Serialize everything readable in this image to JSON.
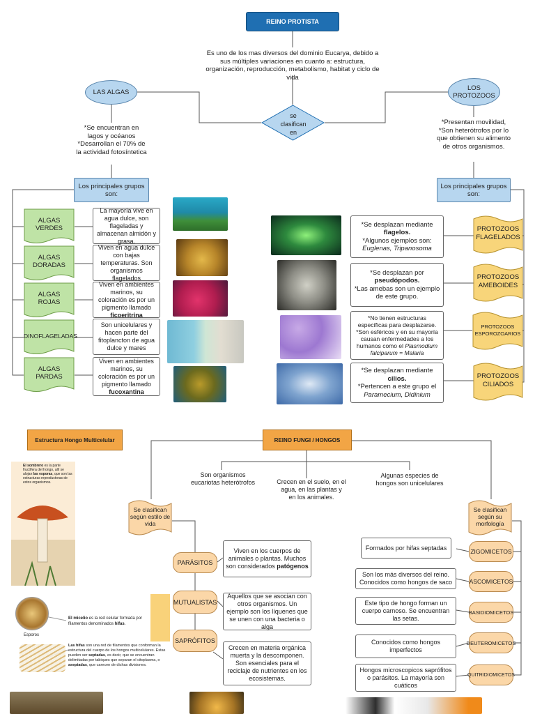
{
  "protista": {
    "title": "REINO PROTISTA",
    "intro": "Es uno de los mas diversos del dominio Eucarya, debido a sus múltiples variaciones en cuanto a: estructura, organización, reproducción, metabolismo, habitat y ciclo de vida",
    "clasifican": "se clasifican en",
    "algas": {
      "label": "LAS ALGAS",
      "desc": "*Se encuentran en lagos y océanos *Desarrollan el 70% de la actividad fotosíntetica",
      "grupos": "Los principales grupos son:",
      "items": [
        {
          "name": "ALGAS VERDES",
          "desc": "La mayoría vive en agua dulce, son flageladas y almacenan almidón y grasa."
        },
        {
          "name": "ALGAS DORADAS",
          "desc": "Viven en agua dulce con bajas temperaturas. Son organismos flagelados"
        },
        {
          "name": "ALGAS ROJAS",
          "desc_pre": "Viven en ambientes marinos, su coloración es por un pigmento llamado ",
          "desc_bold": "ficoeritrina"
        },
        {
          "name": "DINOFLAGELADAS",
          "desc": "Son unicelulares y hacen parte del fitoplancton de agua dulce y mares"
        },
        {
          "name": "ALGAS PARDAS",
          "desc_pre": "Viven en ambientes marinos, su coloración es por un pigmento llamado ",
          "desc_bold": "fucoxantina"
        }
      ]
    },
    "protozoos": {
      "label": "LOS PROTOZOOS",
      "desc": "*Presentan movilidad, *Son heterótrofos por lo que obtienen su alimento de otros organismos.",
      "grupos": "Los principales grupos son:",
      "items": [
        {
          "name": "PROTOZOOS FLAGELADOS",
          "d1": "*Se desplazan mediante ",
          "b1": "flagelos.",
          "d2": "*Algunos ejemplos son: ",
          "i1": "Euglenas, Tripanosoma"
        },
        {
          "name": "PROTOZOOS AMEBOIDES",
          "d1": "*Se desplazan por ",
          "b1": "pseudópodos.",
          "d2": "*Las amebas son un ejemplo de este grupo."
        },
        {
          "name": "PROTOZOOS ESPOROZOARIOS",
          "d1": "*No tienen estructuras específicas para desplazarse. *Son esféricos y en su mayoría causan enfermedades a los humanos como el ",
          "i1": "Plasmodium falciparum = Malaria"
        },
        {
          "name": "PROTOZOOS CILIADOS",
          "d1": "*Se desplazan mediante ",
          "b1": "cilios.",
          "d2": "*Pertencen a este grupo el ",
          "i1": "Paramecium, Didinium"
        }
      ]
    }
  },
  "fungi": {
    "title": "REINO FUNGI / HONGOS",
    "estructura_title": "Estructura Hongo Multicelular",
    "facts": [
      "Son organismos eucariotas heterótrofos",
      "Crecen en el suelo, en el agua, en las plantas y en los animales.",
      "Algunas especies de hongos son unicelulares"
    ],
    "estilo": "Se clasifican según estilo de vida",
    "morfologia": "Se clasifican según su morfología",
    "estilos": [
      {
        "name": "PARÁSITOS",
        "desc_pre": "Viven en los cuerpos de animales o plantas. Muchos son considerados ",
        "desc_bold": "patógenos"
      },
      {
        "name": "MUTUALISTAS",
        "desc": "Aquellos que se asocian con otros organismos. Un ejemplo son los líquenes que se unen con una bacteria o alga"
      },
      {
        "name": "SAPRÓFITOS",
        "desc": "Crecen en materia orgánica muerta y la descomponen. Son esenciales para el reciclaje de nutrientes en los ecosistemas."
      }
    ],
    "morfos": [
      {
        "name": "ZIGOMICETOS",
        "desc": "Formados por hifas septadas"
      },
      {
        "name": "ASCOMICETOS",
        "desc": "Son los más diversos del reino. Conocidos como hongos de saco"
      },
      {
        "name": "BASIDIOMICETOS",
        "desc": "Este tipo de hongo forman un cuerpo carnoso. Se encuentran las setas."
      },
      {
        "name": "DEUTEROMICETOS",
        "desc": "Conocidos como hongos imperfectos"
      },
      {
        "name": "QUITRIDIOMICETOS",
        "desc": "Hongos microscopicos saprófitos o parásitos. La mayoría son cuáticos"
      }
    ],
    "sombrero": {
      "b": "El sombrero",
      "t1": " es la parte fructífera del hongo, allí se alojan ",
      "b2": "las esporas",
      "t2": ", que son las estructuras reproductoras de estos organismos."
    },
    "micelio": {
      "b": "El micelio",
      "t": " es la red celular formada por filamentos denominados ",
      "b2": "hifas",
      "t2": "."
    },
    "esporos": "Esporos",
    "hifas": {
      "b": "Las hifas",
      "t": " son una red de filamentos que conforman la estructura del cuerpo de los hongos multicelulares. Estas pueden ser ",
      "b2": "septadas",
      "t2": ", es decir, que se encuentran delimitadas por tabiques que separan el citoplasma, o ",
      "b3": "aseptadas",
      "t3": ", que carecen de dichas divisiones."
    }
  },
  "colors": {
    "dark_blue": "#1f6fb2",
    "light_blue": "#b7d6ef",
    "green": "#bfe3a6",
    "yellow": "#f8d57a",
    "orange": "#f2a545",
    "peach": "#fbd7a8"
  }
}
